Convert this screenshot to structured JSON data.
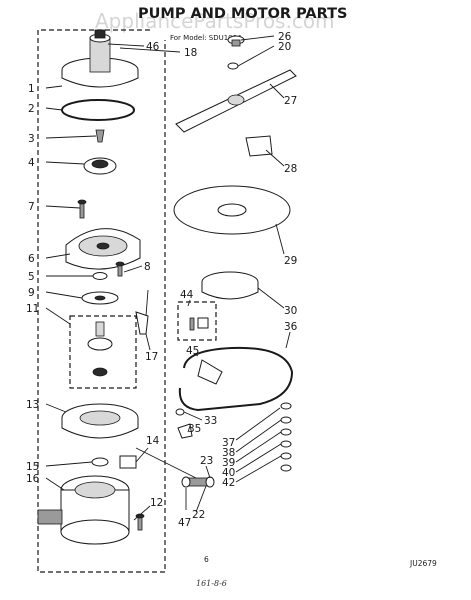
{
  "title": "PUMP AND MOTOR PARTS",
  "subtitle": "For Model: SDU1004",
  "watermark": "AppliancePartsPros.com",
  "page_number": "6",
  "code": "JU2679",
  "handwriting": "161-8-6",
  "callouts": {
    "c1": "1",
    "c2": "2",
    "c3": "3",
    "c4": "4",
    "c5": "5",
    "c6": "6",
    "c7": "7",
    "c8": "8",
    "c9": "9",
    "c11": "11",
    "c12": "12",
    "c13": "13",
    "c14": "14",
    "c15": "15",
    "c16": "16",
    "c17": "17",
    "c18": "18",
    "c20": "20",
    "c22": "22",
    "c23": "23",
    "c26": "26",
    "c27": "27",
    "c28": "28",
    "c29": "29",
    "c30": "30",
    "c33": "33",
    "c35": "35",
    "c36": "36",
    "c37": "37",
    "c38": "38",
    "c39": "39",
    "c40": "40",
    "c42": "42",
    "c44": "44",
    "c45": "45",
    "c46": "46",
    "c47": "47"
  }
}
